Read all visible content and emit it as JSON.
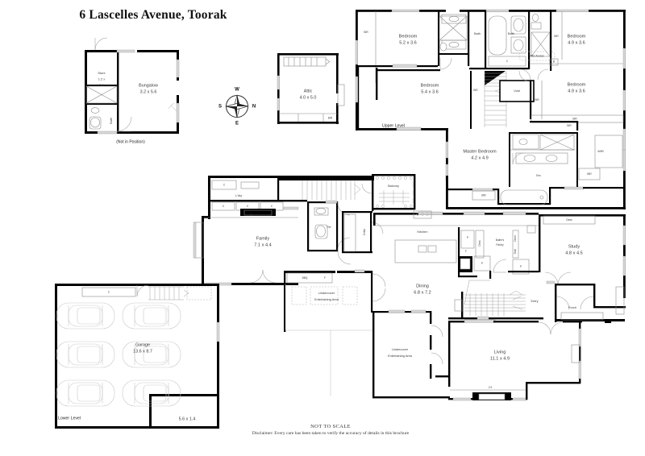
{
  "title": "6 Lascelles Avenue, Toorak",
  "footer": {
    "scale_note": "NOT TO SCALE",
    "disclaimer": "Disclaimer: Every care has been taken to verify the accuracy of details in this brochure"
  },
  "compass": {
    "top": "W",
    "right": "N",
    "bottom": "E",
    "left": "S"
  },
  "levels": {
    "upper": "Upper Level",
    "lower": "Lower Level",
    "bungalow_note": "(Not in Position)"
  },
  "bungalow": {
    "rooms": [
      {
        "name": "Store",
        "dims_line1": "1.2 x",
        "dims_line2": "2.8"
      },
      {
        "name": "Bungalow",
        "dims": "3.2 x 5.6"
      },
      {
        "name": "Bath",
        "dims": ""
      }
    ]
  },
  "attic": {
    "name": "Attic",
    "dims": "4.0 x 5.0",
    "storage": "BIR"
  },
  "upper_level": {
    "rooms": [
      {
        "name": "Bedroom",
        "dims": "5.2 x 3.6"
      },
      {
        "name": "Bedroom",
        "dims": "5.4 x 3.6"
      },
      {
        "name": "Bedroom",
        "dims": "4.9 x 3.6"
      },
      {
        "name": "Bedroom",
        "dims": "4.9 x 3.6"
      },
      {
        "name": "Master Bedroom",
        "dims": "4.2 x 4.9"
      }
    ],
    "labels": {
      "bath_left": "Bath",
      "bath_right": "Bath",
      "attic_access": "Attic Access",
      "void": "Void",
      "wir": "WIR",
      "ens": "Ens",
      "bir": "BIR",
      "c": "C"
    }
  },
  "ground_level": {
    "rooms": [
      {
        "name": "Family",
        "dims": "7.1 x 4.4"
      },
      {
        "name": "Kitchen",
        "dims": ""
      },
      {
        "name": "Dining",
        "dims": "6.8 x 7.2"
      },
      {
        "name": "Living",
        "dims": "11.1 x 4.9"
      },
      {
        "name": "Study",
        "dims": "4.8 x 4.5"
      },
      {
        "name": "Entry",
        "dims": ""
      },
      {
        "name": "Porch",
        "dims": ""
      },
      {
        "name": "Balcony",
        "dims": ""
      },
      {
        "name": "Cellar",
        "dims": ""
      },
      {
        "name": "Butler's Pantry",
        "dims": ""
      }
    ],
    "labels": {
      "laundry": "L'dry",
      "powder": "Pdr",
      "bbq": "BBQ",
      "desk": "Desk",
      "undercover_1": "Undercover Entertaining Area",
      "undercover_2": "Undercover Entertaining Area",
      "cupboard": "C",
      "pantry": "P",
      "fridge": "F",
      "bir": "BIR",
      "oven": "Oven",
      "dishwasher": "Dish"
    }
  },
  "lower_level": {
    "garage": {
      "name": "Garage",
      "dims": "13.6 x 8.7",
      "car_count": 6
    },
    "store_strip": {
      "dims": "5.6 x 1.4"
    },
    "cupboard": "C"
  },
  "colors": {
    "wall": "#000000",
    "line": "#8c8c8c",
    "window": "#d8d8d8",
    "text": "#3a3a3a"
  }
}
